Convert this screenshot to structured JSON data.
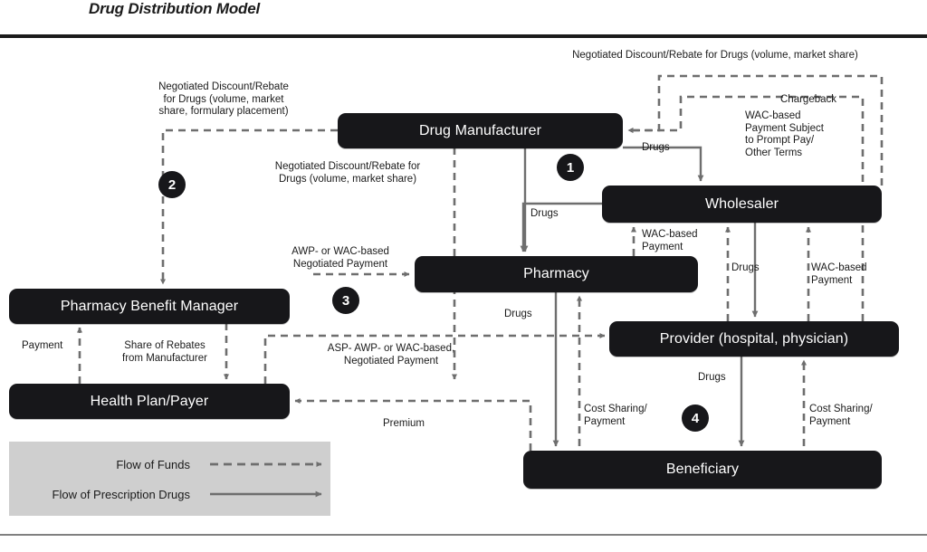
{
  "title": "Drug Distribution Model",
  "nodes": [
    {
      "id": "drug-manufacturer",
      "label": "Drug Manufacturer"
    },
    {
      "id": "wholesaler",
      "label": "Wholesaler"
    },
    {
      "id": "pharmacy",
      "label": "Pharmacy"
    },
    {
      "id": "pharmacy-benefit-manager",
      "label": "Pharmacy Benefit Manager"
    },
    {
      "id": "health-plan-payer",
      "label": "Health Plan/Payer"
    },
    {
      "id": "provider",
      "label": "Provider (hospital, physician)"
    },
    {
      "id": "beneficiary",
      "label": "Beneficiary"
    }
  ],
  "badges": [
    {
      "id": "badge-1",
      "label": "1"
    },
    {
      "id": "badge-2",
      "label": "2"
    },
    {
      "id": "badge-3",
      "label": "3"
    },
    {
      "id": "badge-4",
      "label": "4"
    }
  ],
  "edge_labels": {
    "rebate_pbm": "Negotiated Discount/Rebate\nfor Drugs (volume, market\nshare, formulary placement)",
    "rebate_plan": "Negotiated Discount/Rebate for\nDrugs (volume, market share)",
    "rebate_wholesaler": "Negotiated Discount/Rebate for Drugs (volume, market share)",
    "chargeback": "Chargeback",
    "wac_prompt_pay": "WAC-based\nPayment Subject\nto Prompt Pay/\nOther Terms",
    "drugs_mfr_wholesaler": "Drugs",
    "drugs_mfr_pharmacy": "Drugs",
    "wac_payment_pharmacy": "WAC-based\nPayment",
    "drugs_wholesaler_provider": "Drugs",
    "wac_payment_provider": "WAC-based\nPayment",
    "awp_wac_negotiated": "AWP- or WAC-based\nNegotiated Payment",
    "payment": "Payment",
    "share_of_rebates": "Share of Rebates\nfrom Manufacturer",
    "asp_awp_wac": "ASP- AWP- or WAC-based,\nNegotiated Payment",
    "drugs_pharmacy_beneficiary": "Drugs",
    "premium": "Premium",
    "cost_sharing_pharmacy": "Cost Sharing/\nPayment",
    "drugs_provider_beneficiary": "Drugs",
    "cost_sharing_provider": "Cost Sharing/\nPayment"
  },
  "legend": {
    "items": [
      {
        "id": "flow-of-funds",
        "label": "Flow of Funds",
        "style": "dashed"
      },
      {
        "id": "flow-of-drugs",
        "label": "Flow of Prescription Drugs",
        "style": "solid"
      }
    ]
  },
  "colors": {
    "node_fill": "#17171a",
    "node_text": "#ffffff",
    "line": "#6e6e6e",
    "rule": "#1b1b1b",
    "legend_bg": "#cfcfcf"
  }
}
